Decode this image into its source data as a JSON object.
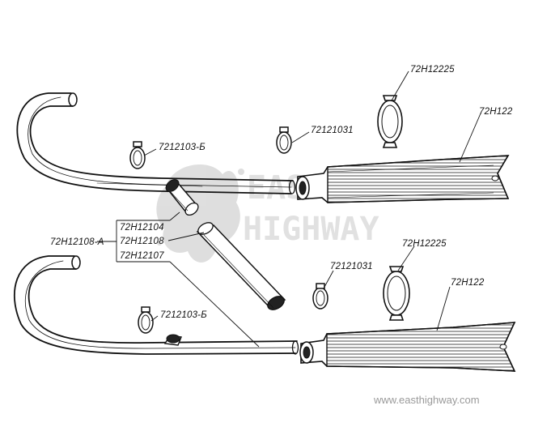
{
  "watermark": {
    "line1": "EAST",
    "line2": "HIGHWAY",
    "url": "www.easthighway.com"
  },
  "labels": {
    "clamp_top": "72H12225",
    "muffler_top": "72H122",
    "small_clamp_top": "72121031",
    "pipe_clamp_top": "7212103-Б",
    "group_code": "72H12108-A",
    "group_item1": "72H12104",
    "group_item2": "72H12108",
    "group_item3": "72H12107",
    "clamp_bottom": "72H12225",
    "small_clamp_bottom": "72121031",
    "muffler_bottom": "72H122",
    "pipe_clamp_bottom": "7212103-Б"
  },
  "colors": {
    "ink": "#111111",
    "watermark": "#c9c9c9",
    "url": "#9a9a9a"
  }
}
